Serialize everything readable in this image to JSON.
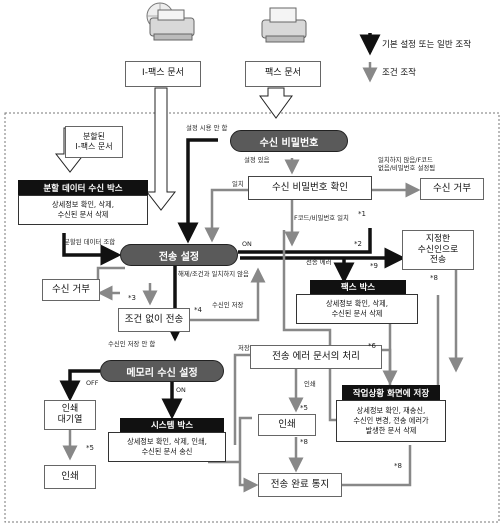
{
  "legend": {
    "basic": "기본 설정 또는 일반 조작",
    "conditional": "조건 조작"
  },
  "sources": {
    "ifax": "I-팩스 문서",
    "fax": "팩스 문서",
    "split": "분할된\nI-팩스 문서"
  },
  "nodes": {
    "split_box_title": "분할 데이터 수신 박스",
    "split_box_body": "상세정보 확인, 삭제,\n수신된 문서 삭제",
    "password": "수신 비밀번호",
    "password_check": "수신 비밀번호 확인",
    "reject_top": "수신 거부",
    "forward_setting": "전송 설정",
    "forward_to_dest": "지정한\n수신인으로\n전송",
    "reject_left": "수신 거부",
    "fax_box_title": "팩스 박스",
    "fax_box_body": "상세정보 확인, 삭제,\n수신된 문서 삭제",
    "unconditional": "조건 없이 전송",
    "error_handling": "전송 에러 문서의 처리",
    "memory_setting": "메모리 수신 설정",
    "status_title": "작업상황 화면에 저장",
    "status_body": "상세정보 확인, 재송신,\n수신인 변경, 전송 에러가\n발생한 문서 삭제",
    "print_wait": "인쇄\n대기열",
    "print_mid": "인쇄",
    "system_box_title": "시스템 박스",
    "system_box_body": "상세정보 확인, 삭제, 인쇄,\n수신된 문서 송신",
    "print_bottom": "인쇄",
    "done_notice": "전송 완료 통지"
  },
  "edge_labels": {
    "pw_not_set": "설정 시용 안 함",
    "pw_set": "설정 있음",
    "match": "일치",
    "mismatch": "일치하지 않음/F코드\n없음/비밀번호 설정됨",
    "fcode_match": "F코드/비밀번호 일치",
    "combined": "분할된 데이터 조합",
    "on1": "ON",
    "tx_error": "전송 에러",
    "cancel": "해제/조건과 일치하지 않음",
    "save_rx": "수신인 저장",
    "rx_save_no": "수신인 저장 안 함",
    "save": "저장",
    "print": "인쇄",
    "off": "OFF",
    "on2": "ON"
  },
  "footnotes": {
    "n1": "*1",
    "n2": "*2",
    "n9": "*9",
    "n3": "*3",
    "n4": "*4",
    "n8a": "*8",
    "n6": "*6",
    "n5a": "*5",
    "n8b": "*8",
    "n5b": "*5",
    "n8c": "*8"
  }
}
